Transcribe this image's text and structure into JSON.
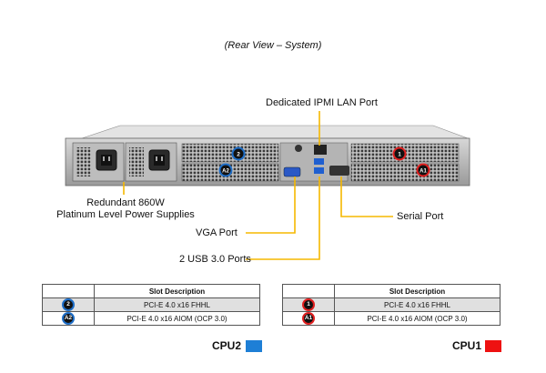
{
  "caption": "(Rear View – System)",
  "callouts": {
    "ipmi": "Dedicated IPMI LAN Port",
    "psu_line1": "Redundant 860W",
    "psu_line2": "Platinum Level Power Supplies",
    "vga": "VGA Port",
    "serial": "Serial Port",
    "usb": "2 USB 3.0 Ports"
  },
  "slot_markers": {
    "blue_top": "2",
    "blue_bottom": "A2",
    "red_top": "1",
    "red_bottom": "A1"
  },
  "left_table": {
    "header": "Slot Description",
    "rows": [
      {
        "badge": "2",
        "desc": "PCI-E 4.0 x16 FHHL"
      },
      {
        "badge": "A2",
        "desc": "PCI-E 4.0 x16 AIOM (OCP 3.0)"
      }
    ]
  },
  "right_table": {
    "header": "Slot Description",
    "rows": [
      {
        "badge": "1",
        "desc": "PCI-E 4.0 x16 FHHL"
      },
      {
        "badge": "A1",
        "desc": "PCI-E 4.0 x16 AIOM (OCP 3.0)"
      }
    ]
  },
  "legend": {
    "cpu2_label": "CPU2",
    "cpu2_color": "#1e7fd6",
    "cpu1_label": "CPU1",
    "cpu1_color": "#ee1111"
  },
  "colors": {
    "callout_line": "#f5b800",
    "marker_blue": "#1e6ec8",
    "marker_red": "#e02020"
  }
}
